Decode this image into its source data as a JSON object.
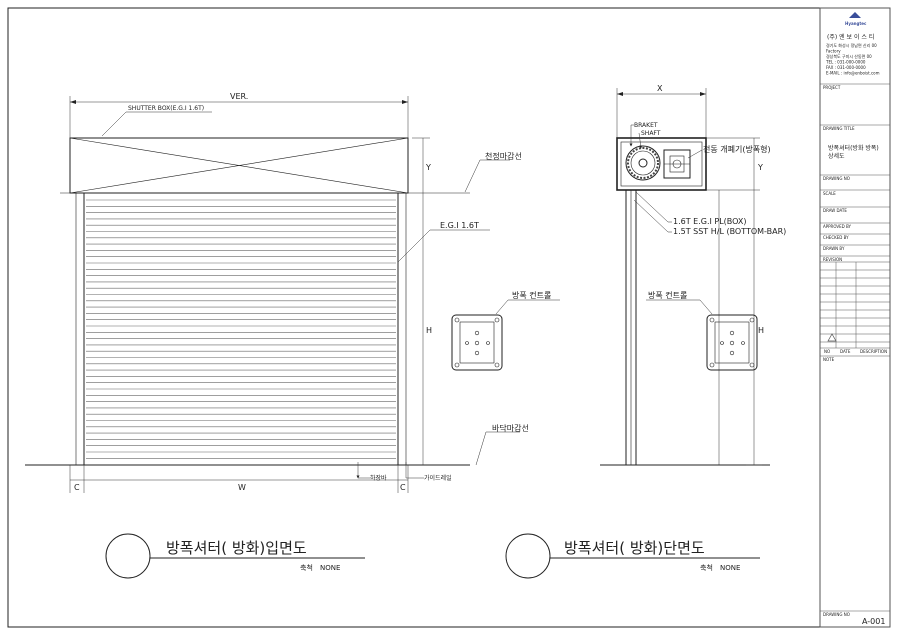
{
  "elevation": {
    "dim_top": "VER.",
    "shutter_box_label": "SHUTTER BOX(E.G.I 1.6T)",
    "ceiling_line_label": "천정마감선",
    "curtain_label": "E.G.I 1.6T",
    "control_box_label": "방폭 컨트롤",
    "floor_line_label": "바닥마감선",
    "bottom_bar_label": "하장바",
    "guide_rail_label": "가이드레일",
    "dim_y": "Y",
    "dim_h": "H",
    "dim_c_left": "C",
    "dim_w": "W",
    "dim_c_right": "C",
    "title": "방폭셔터( 방화)입면도",
    "scale_label": "축척",
    "scale_value": "NONE"
  },
  "section": {
    "dim_top": "X",
    "braket_label": "BRAKET",
    "shaft_label": "SHAFT",
    "motor_label": "전동 개폐기(방폭형)",
    "box_plate_label": "1.6T E.G.I PL(BOX)",
    "bottom_bar_label": "1.5T SST H/L (BOTTOM-BAR)",
    "control_box_label": "방폭 컨트롤",
    "dim_y": "Y",
    "dim_h": "H",
    "title": "방폭셔터( 방화)단면도",
    "scale_label": "축척",
    "scale_value": "NONE"
  },
  "title_block": {
    "logo_text": "Hyangtec",
    "company": "(주) 엔 보 이 스 티",
    "address_lines": [
      "경기도 화성시 정남면 신리 00",
      "Factory",
      "경상북도 구미시 산동면 00",
      "TEL : 031-000-0000",
      "FAX : 031-000-0000",
      "E-MAIL : info@enboist.com"
    ],
    "project_label": "PROJECT",
    "drawing_title_label": "DRAWING TITLE",
    "drawing_title_line1": "방폭셔터(방화 방폭)",
    "drawing_title_line2": "상세도",
    "drawing_no_label": "DRAWING NO",
    "scale_label": "SCALE",
    "date_label": "DRAW DATE",
    "approved_label": "APPROVED BY",
    "checked_label": "CHECKED BY",
    "drawn_label": "DRAWN BY",
    "revision_label": "REVISION",
    "rev_col_no": "NO",
    "rev_col_date": "DATE",
    "rev_col_desc": "DESCRIPTION",
    "note_label": "NOTE",
    "sheet_label": "DRAWING NO",
    "sheet_no": "A-001"
  }
}
